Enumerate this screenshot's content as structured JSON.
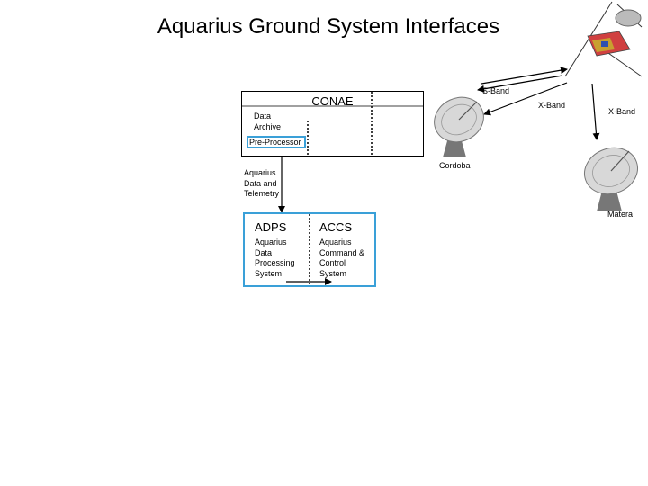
{
  "title": "Aquarius Ground System Interfaces",
  "conae": {
    "title": "CONAE",
    "data_archive": [
      "Data",
      "Archive"
    ],
    "pre_processor": "Pre-Processor"
  },
  "telemetry_label": [
    "Aquarius",
    "Data and",
    "Telemetry"
  ],
  "adps": {
    "title": "ADPS",
    "lines": [
      "Aquarius",
      "Data",
      "Processing",
      "System"
    ]
  },
  "accs": {
    "title": "ACCS",
    "lines": [
      "Aquarius",
      "Command &",
      "Control",
      "System"
    ]
  },
  "links": {
    "s_band": "S-Band",
    "x_band_cordoba": "X-Band",
    "x_band_matera": "X-Band"
  },
  "stations": {
    "cordoba": "Cordoba",
    "matera": "Matera"
  },
  "icons": [
    "satellite-icon",
    "antenna-dish-icon"
  ],
  "colors": {
    "accent_blue": "#3aa0d8"
  }
}
